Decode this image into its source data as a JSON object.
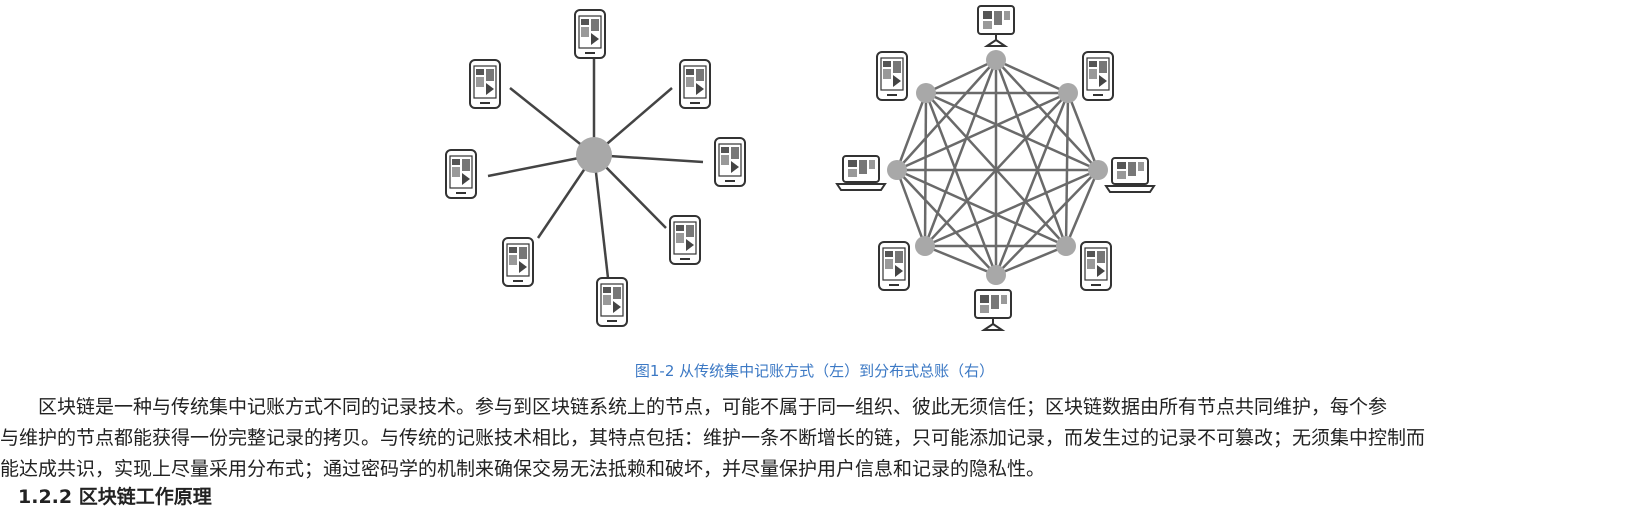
{
  "figure": {
    "caption": "图1-2 从传统集中记账方式（左）到分布式总账（右）",
    "left_diagram": {
      "center_node": "hub-node",
      "peripheral_devices": 8,
      "device_type": "phone"
    },
    "right_diagram": {
      "nodes": 8,
      "fully_connected": true,
      "device_types": [
        "monitor",
        "phone",
        "phone",
        "laptop",
        "phone",
        "monitor",
        "phone",
        "laptop"
      ]
    }
  },
  "body": {
    "lines": [
      "区块链是一种与传统集中记账方式不同的记录技术。参与到区块链系统上的节点，可能不属于同一组织、彼此无须信任；区块链数据由所有节点共同维护，每个参",
      "与维护的节点都能获得一份完整记录的拷贝。与传统的记账技术相比，其特点包括：维护一条不断增长的链，只可能添加记录，而发生过的记录不可篡改；无须集中控制而",
      "能达成共识，实现上尽量采用分布式；通过密码学的机制来确保交易无法抵赖和破坏，并尽量保护用户信息和记录的隐私性。"
    ],
    "next_heading_partial": "1.2.2 区块链工作原理"
  },
  "colors": {
    "caption": "#3b78c4",
    "node": "#a8a8a8",
    "line": "#555555",
    "device": "#333333"
  }
}
